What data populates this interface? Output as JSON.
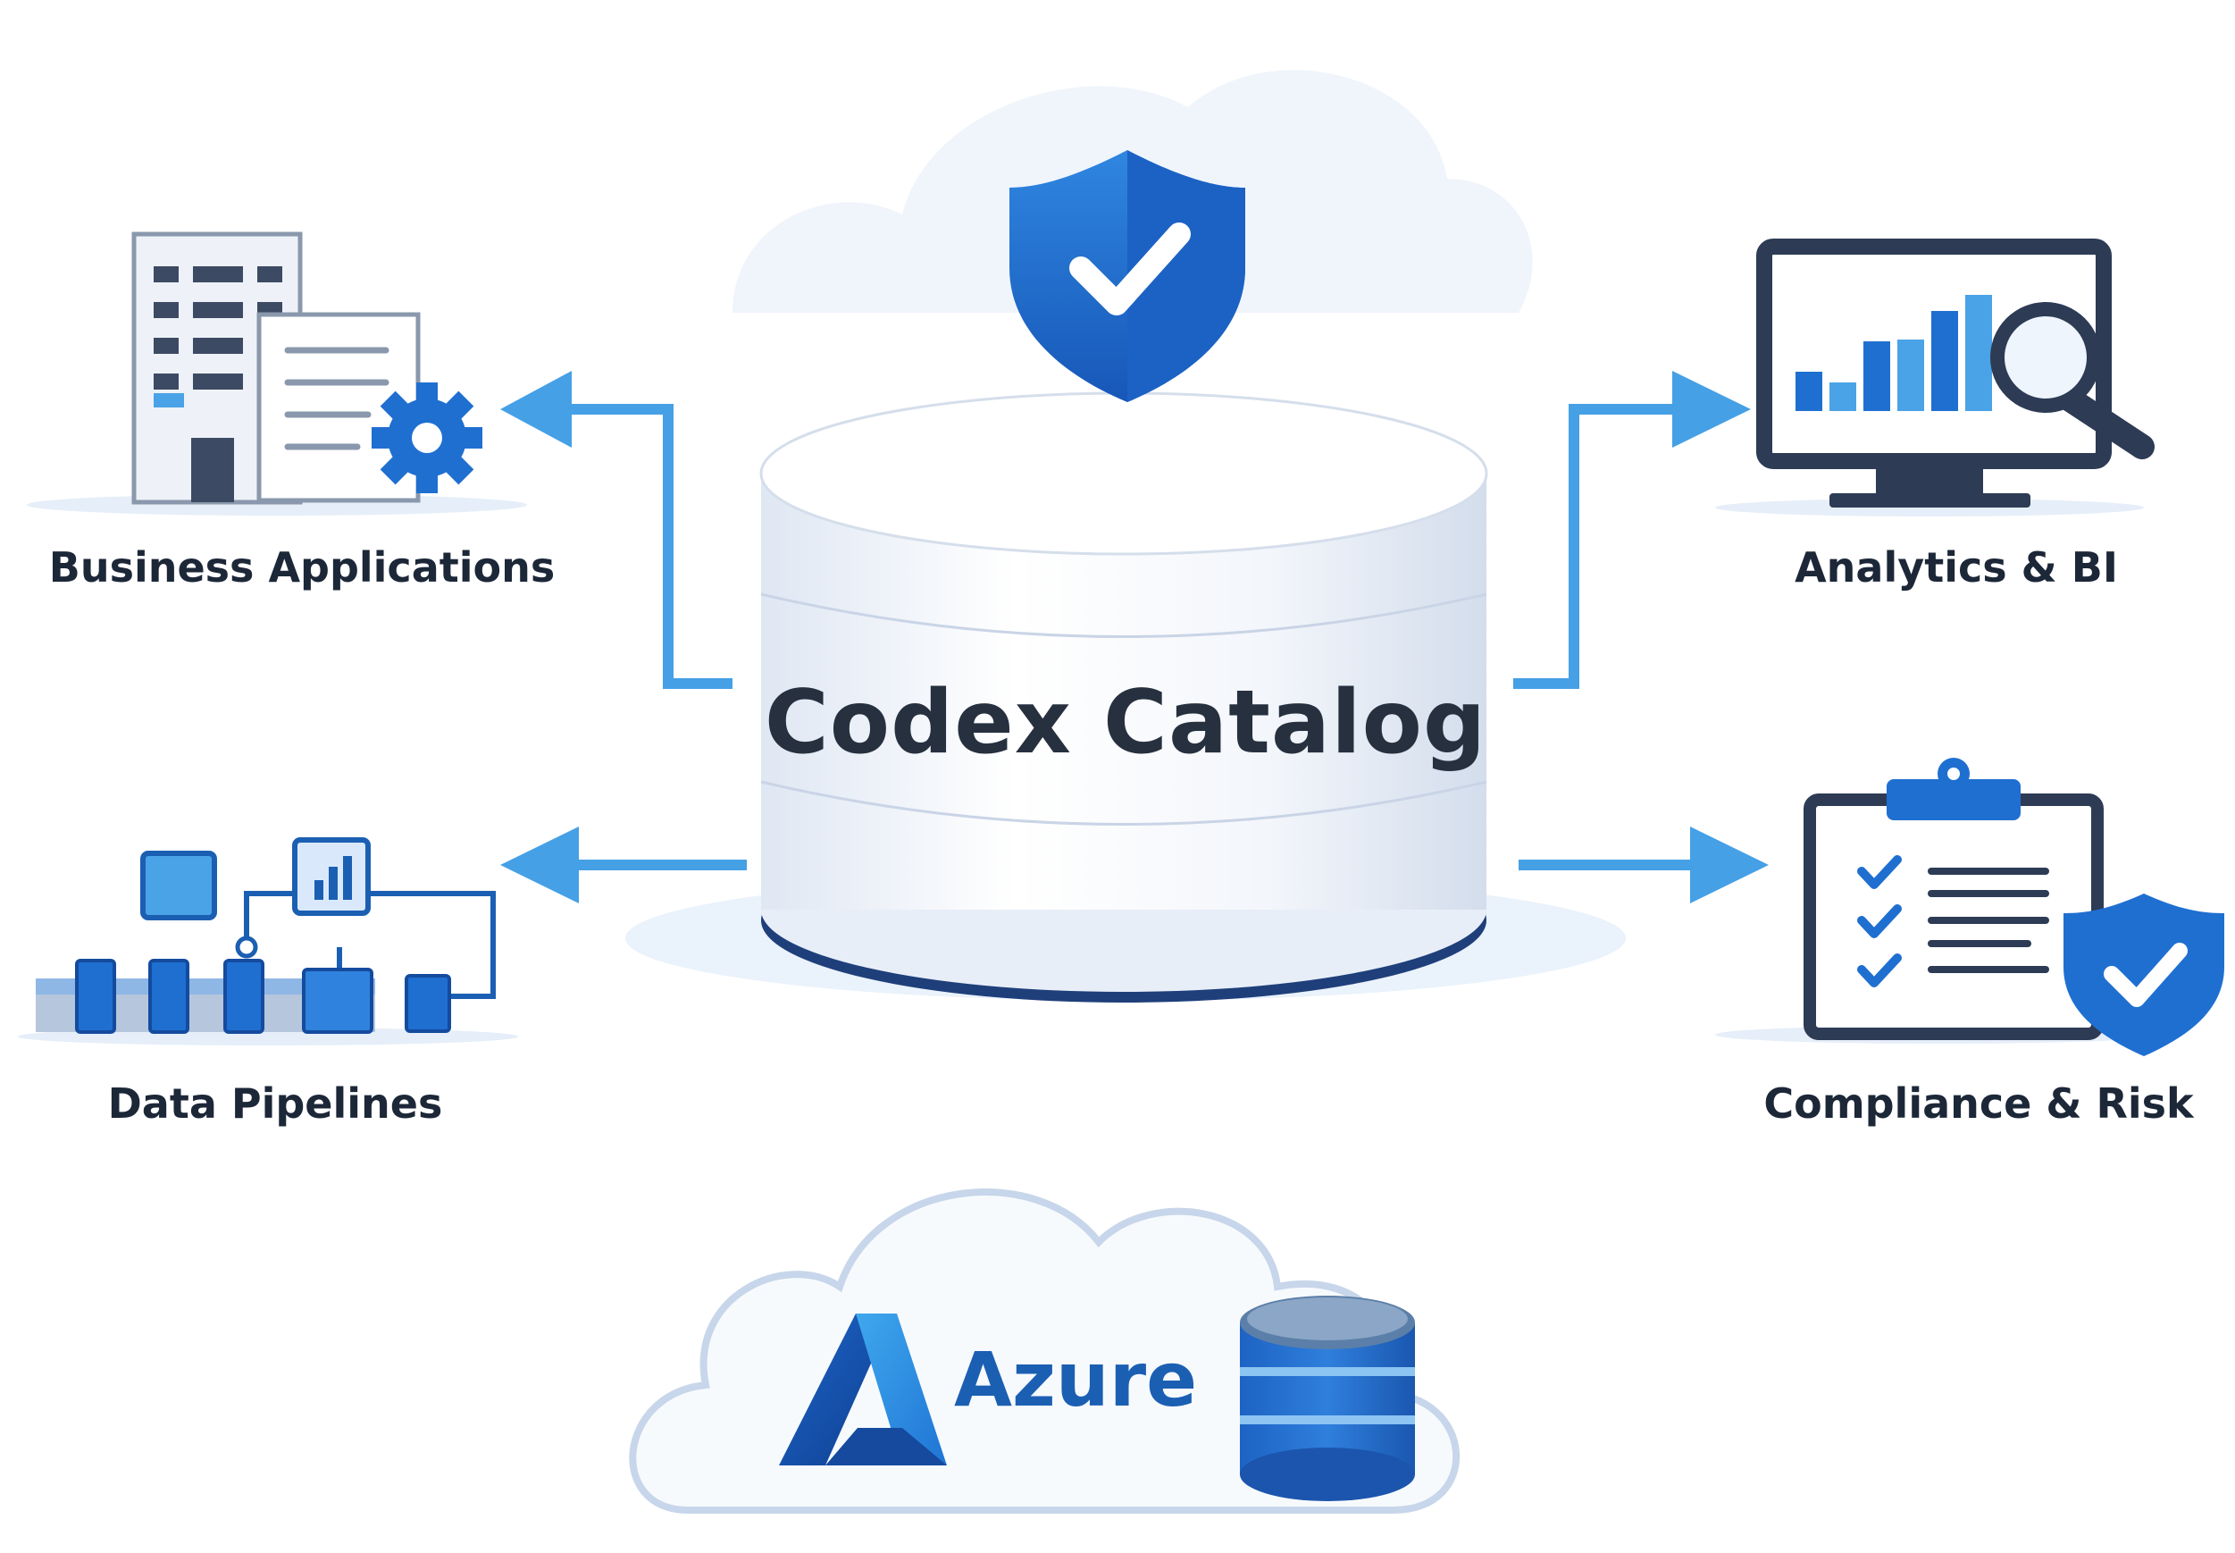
{
  "center": {
    "title": "Codex Catalog"
  },
  "nodes": {
    "business_applications": "Business Applications",
    "data_pipelines": "Data Pipelines",
    "analytics_bi": "Analytics & BI",
    "compliance_risk": "Compliance & Risk"
  },
  "platform": {
    "name": "Azure"
  },
  "colors": {
    "primary_blue": "#1f6fd1",
    "light_blue": "#4aa3e6",
    "navy": "#26303f",
    "cloud": "#eef4fb"
  },
  "icons": [
    "shield-check-icon",
    "office-building-icon",
    "document-gear-icon",
    "pipeline-flow-icon",
    "monitor-chart-magnifier-icon",
    "clipboard-checklist-icon",
    "azure-logo-icon",
    "database-icon",
    "cloud-icon"
  ]
}
